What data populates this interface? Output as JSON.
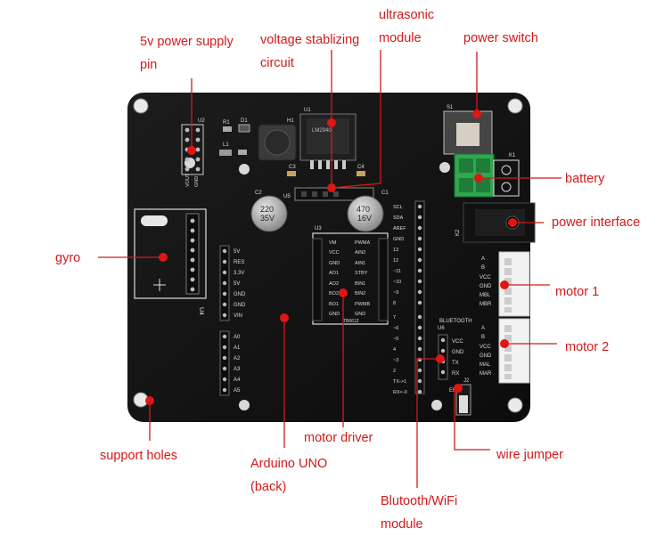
{
  "labels": {
    "power_pin_l1": "5v power supply",
    "power_pin_l2": "pin",
    "voltage_l1": "voltage stablizing",
    "voltage_l2": "circuit",
    "ultrasonic_l1": "ultrasonic",
    "ultrasonic_l2": "module",
    "power_switch": "power switch",
    "battery": "battery",
    "power_interface": "power interface",
    "gyro": "gyro",
    "motor1": "motor 1",
    "motor2": "motor 2",
    "support_holes": "support holes",
    "arduino_l1": "Arduino UNO",
    "arduino_l2": "(back)",
    "motor_driver": "motor driver",
    "wire_jumper": "wire jumper",
    "bt_l1": "Blutooth/WiFi",
    "bt_l2": "module"
  },
  "silkscreen": {
    "u2": "U2",
    "r1": "R1",
    "d1": "D1",
    "l1": "L1",
    "h1": "H1",
    "u1": "U1",
    "chip_text": "LM2940",
    "c3": "C3",
    "c4": "C4",
    "c1": "C1",
    "c2": "C2",
    "u5": "U5",
    "s1": "S1",
    "k1": "K1",
    "k2": "K2",
    "cap1_a": "220",
    "cap1_b": "35V",
    "cap2_a": "470",
    "cap2_b": "16V",
    "u3": "U3",
    "u4": "U4",
    "u6": "U6",
    "bluetooth": "BLUETOOTH",
    "j2": "J2",
    "j2_sub": "ER",
    "vout": "VOUT",
    "gnd": "GND",
    "vcc": "VCC",
    "p5v": "5V",
    "p3v": "3.3V",
    "res": "RES",
    "vin": "VIN",
    "a": "A",
    "b": "B",
    "mar": "MAR",
    "mbr": "MBR",
    "tb6612": "TB6612",
    "left_pins": [
      "5V",
      "RES",
      "3.3V",
      "5V",
      "GND",
      "GND",
      "VIN"
    ],
    "analog_pins": [
      "A0",
      "A1",
      "A2",
      "A3",
      "A4",
      "A5"
    ],
    "driver_left": [
      "VM",
      "VCC",
      "GND",
      "AO1",
      "AO2",
      "BO2",
      "BO1",
      "GND"
    ],
    "driver_right": [
      "PWMA",
      "AIN2",
      "AIN1",
      "STBY",
      "BIN1",
      "BIN2",
      "PWMB",
      "GND"
    ],
    "digital_pins": [
      "SCL",
      "SDA",
      "AREF",
      "GND",
      "13",
      "12",
      "~11",
      "~10",
      "~9",
      "8",
      "7",
      "~6",
      "~5",
      "4",
      "~3",
      "2",
      "TX->1",
      "RX<-0"
    ],
    "motor1_pins": [
      "A",
      "B",
      "VCC",
      "GND",
      "MBL",
      "MBR"
    ],
    "motor2_pins": [
      "A",
      "B",
      "VCC",
      "GND",
      "MAL",
      "MAR"
    ],
    "bt_pins": [
      "VCC",
      "GND",
      "TX",
      "RX"
    ]
  }
}
